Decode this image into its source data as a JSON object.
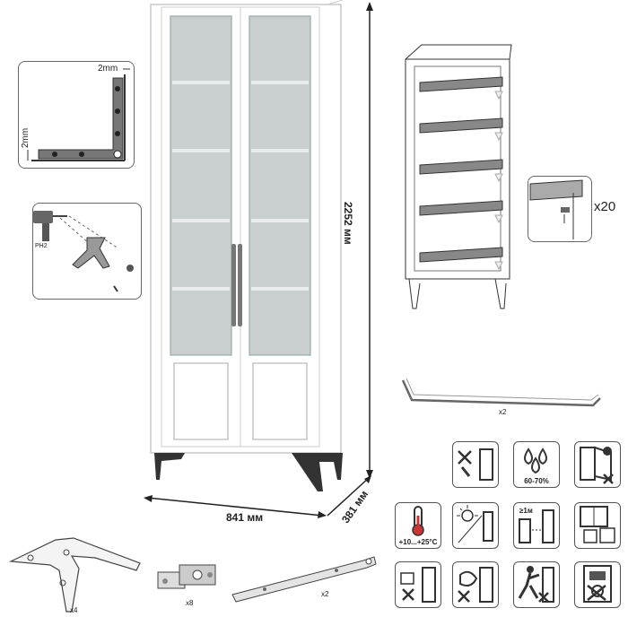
{
  "cabinet": {
    "height_label": "2252 мм",
    "width_label": "841 мм",
    "depth_label": "381 мм"
  },
  "corner_detail": {
    "gap_top_label": "2mm",
    "gap_side_label": "2mm"
  },
  "legs_detail": {
    "qty_label": "x4",
    "screwdriver_label": "PH2"
  },
  "shelf_detail": {
    "qty_label": "x20"
  },
  "handle": {
    "qty_label": "x2"
  },
  "care_icons": [
    {
      "name": "no-wet-cleaning-icon",
      "caption": ""
    },
    {
      "name": "humidity-icon",
      "caption": "60-70%"
    },
    {
      "name": "no-overload-door-icon",
      "caption": ""
    },
    {
      "name": "temperature-icon",
      "caption": "+10...+25°C"
    },
    {
      "name": "no-direct-sunlight-icon",
      "caption": ""
    },
    {
      "name": "heater-distance-icon",
      "caption": "≥1м"
    },
    {
      "name": "windows-icon",
      "caption": ""
    },
    {
      "name": "no-chemicals-icon",
      "caption": ""
    },
    {
      "name": "no-abrasive-icon",
      "caption": ""
    },
    {
      "name": "no-hanging-icon",
      "caption": ""
    },
    {
      "name": "no-heavy-objects-icon",
      "caption": ""
    }
  ],
  "parts": {
    "leg_qty": "x4",
    "hinge_qty": "x8",
    "strap_qty": "x2"
  }
}
